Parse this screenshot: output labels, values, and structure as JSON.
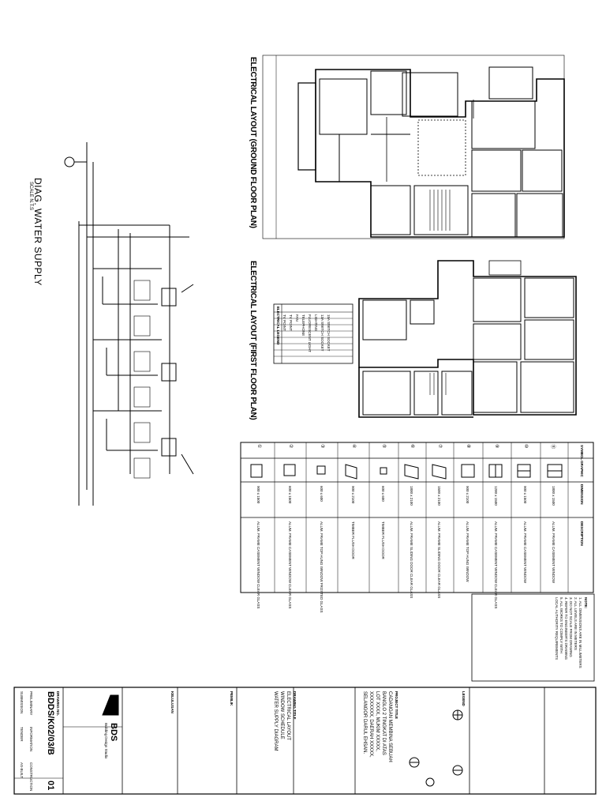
{
  "plans": {
    "ground_title": "ELECTRICAL LAYOUT (GROUND FLOOR PLAN)",
    "first_title": "ELECTRICAL LAYOUT (FIRST FLOOR PLAN)"
  },
  "water": {
    "title": "DIAG. WATER SUPPLY",
    "scale": "SCALE N.T.S"
  },
  "legend": {
    "header": "ELECTRICAL LEGEND",
    "items": [
      "TV POINT",
      "TV POINT",
      "FAN",
      "TELEPHONE",
      "FLUORESCENT LIGHT",
      "LIGHTING",
      "13A SWITCH SOCKET",
      "15A SWITCH SOCKET"
    ]
  },
  "schedule": {
    "headers": [
      "SYMBOL",
      "GRAPHIC",
      "DIMENSION",
      "DESCRIPTION"
    ],
    "rows": [
      {
        "code": "①",
        "dim": "900 x 1500",
        "desc": "ALUM. FRAME CASEMENT WINDOW CLEAR GLASS"
      },
      {
        "code": "②",
        "dim": "600 x 1500",
        "desc": "ALUM. FRAME CASEMENT WINDOW CLEAR GLASS"
      },
      {
        "code": "③",
        "dim": "600 x 600",
        "desc": "ALUM. FRAME TOP HUNG WINDOW FROSTED GLASS"
      },
      {
        "code": "④",
        "dim": "900 x 2100",
        "desc": "TIMBER FLUSH DOOR"
      },
      {
        "code": "⑤",
        "dim": "600 x 600",
        "desc": "TIMBER FLUSH DOOR"
      },
      {
        "code": "⑥",
        "dim": "1800 x 2100",
        "desc": "ALUM. FRAME SLIDING DOOR CLEAR GLASS"
      },
      {
        "code": "⑦",
        "dim": "1500 x 2100",
        "desc": "ALUM. FRAME SLIDING DOOR CLEAR GLASS"
      },
      {
        "code": "⑧",
        "dim": "900 x 2100",
        "desc": "ALUM. FRAME TOP HUNG WINDOW"
      },
      {
        "code": "⑨",
        "dim": "1200 x 1500",
        "desc": "ALUM. FRAME CASEMENT WINDOW CLEAR GLASS"
      },
      {
        "code": "⑩",
        "dim": "900 x 1500",
        "desc": "ALUM. FRAME CASEMENT WINDOW"
      },
      {
        "code": "⑪",
        "dim": "1800 x 1500",
        "desc": "ALUM. FRAME CASEMENT WINDOW"
      }
    ]
  },
  "notes": {
    "title": "NOTE:",
    "lines": [
      "1. ALL DIMENSIONS ARE IN MILLIMETERS",
      "2. ALL LEVELS ARE IN METERS",
      "3. DO NOT SCALE FROM DRAWING",
      "4. REFER TO ENGINEER'S DRAWING",
      "5. ALL WORKS TO COMPLY WITH",
      "   LOCAL AUTHORITY REQUIREMENTS"
    ]
  },
  "title_block": {
    "logo": "BDS",
    "company": "Building Design Studio",
    "project_label": "PROJECT TITLE",
    "project_lines": [
      "CADANGAN MEMBINA SEBUAH",
      "BANGLO 2 TINGKAT DI ATAS",
      "LOT XXXX, MUKIM XXXXX,",
      "XXXXXXXX, DAERAH XXXXX,",
      "SELANGOR DARUL EHSAN."
    ],
    "drawing_label": "DRAWING TITLE",
    "drawing_lines": [
      "ELECTRICAL LAYOUT",
      "WINDOW SCHEDULE",
      "WATER SUPPLY DIAGRAM"
    ],
    "legend_label": "LEGEND",
    "owner_label": "PEMILIK",
    "approval_label": "KELULUSAN",
    "drawing_no_label": "DRAWING NO.",
    "drawing_no": "BDDS/K02/03/B",
    "sheet_no": "01",
    "checkboxes": [
      "PRELIMINARY",
      "INFORMATION",
      "CONSTRUCTION",
      "SUBMISSION",
      "TENDER",
      "AS-BUILT"
    ]
  }
}
